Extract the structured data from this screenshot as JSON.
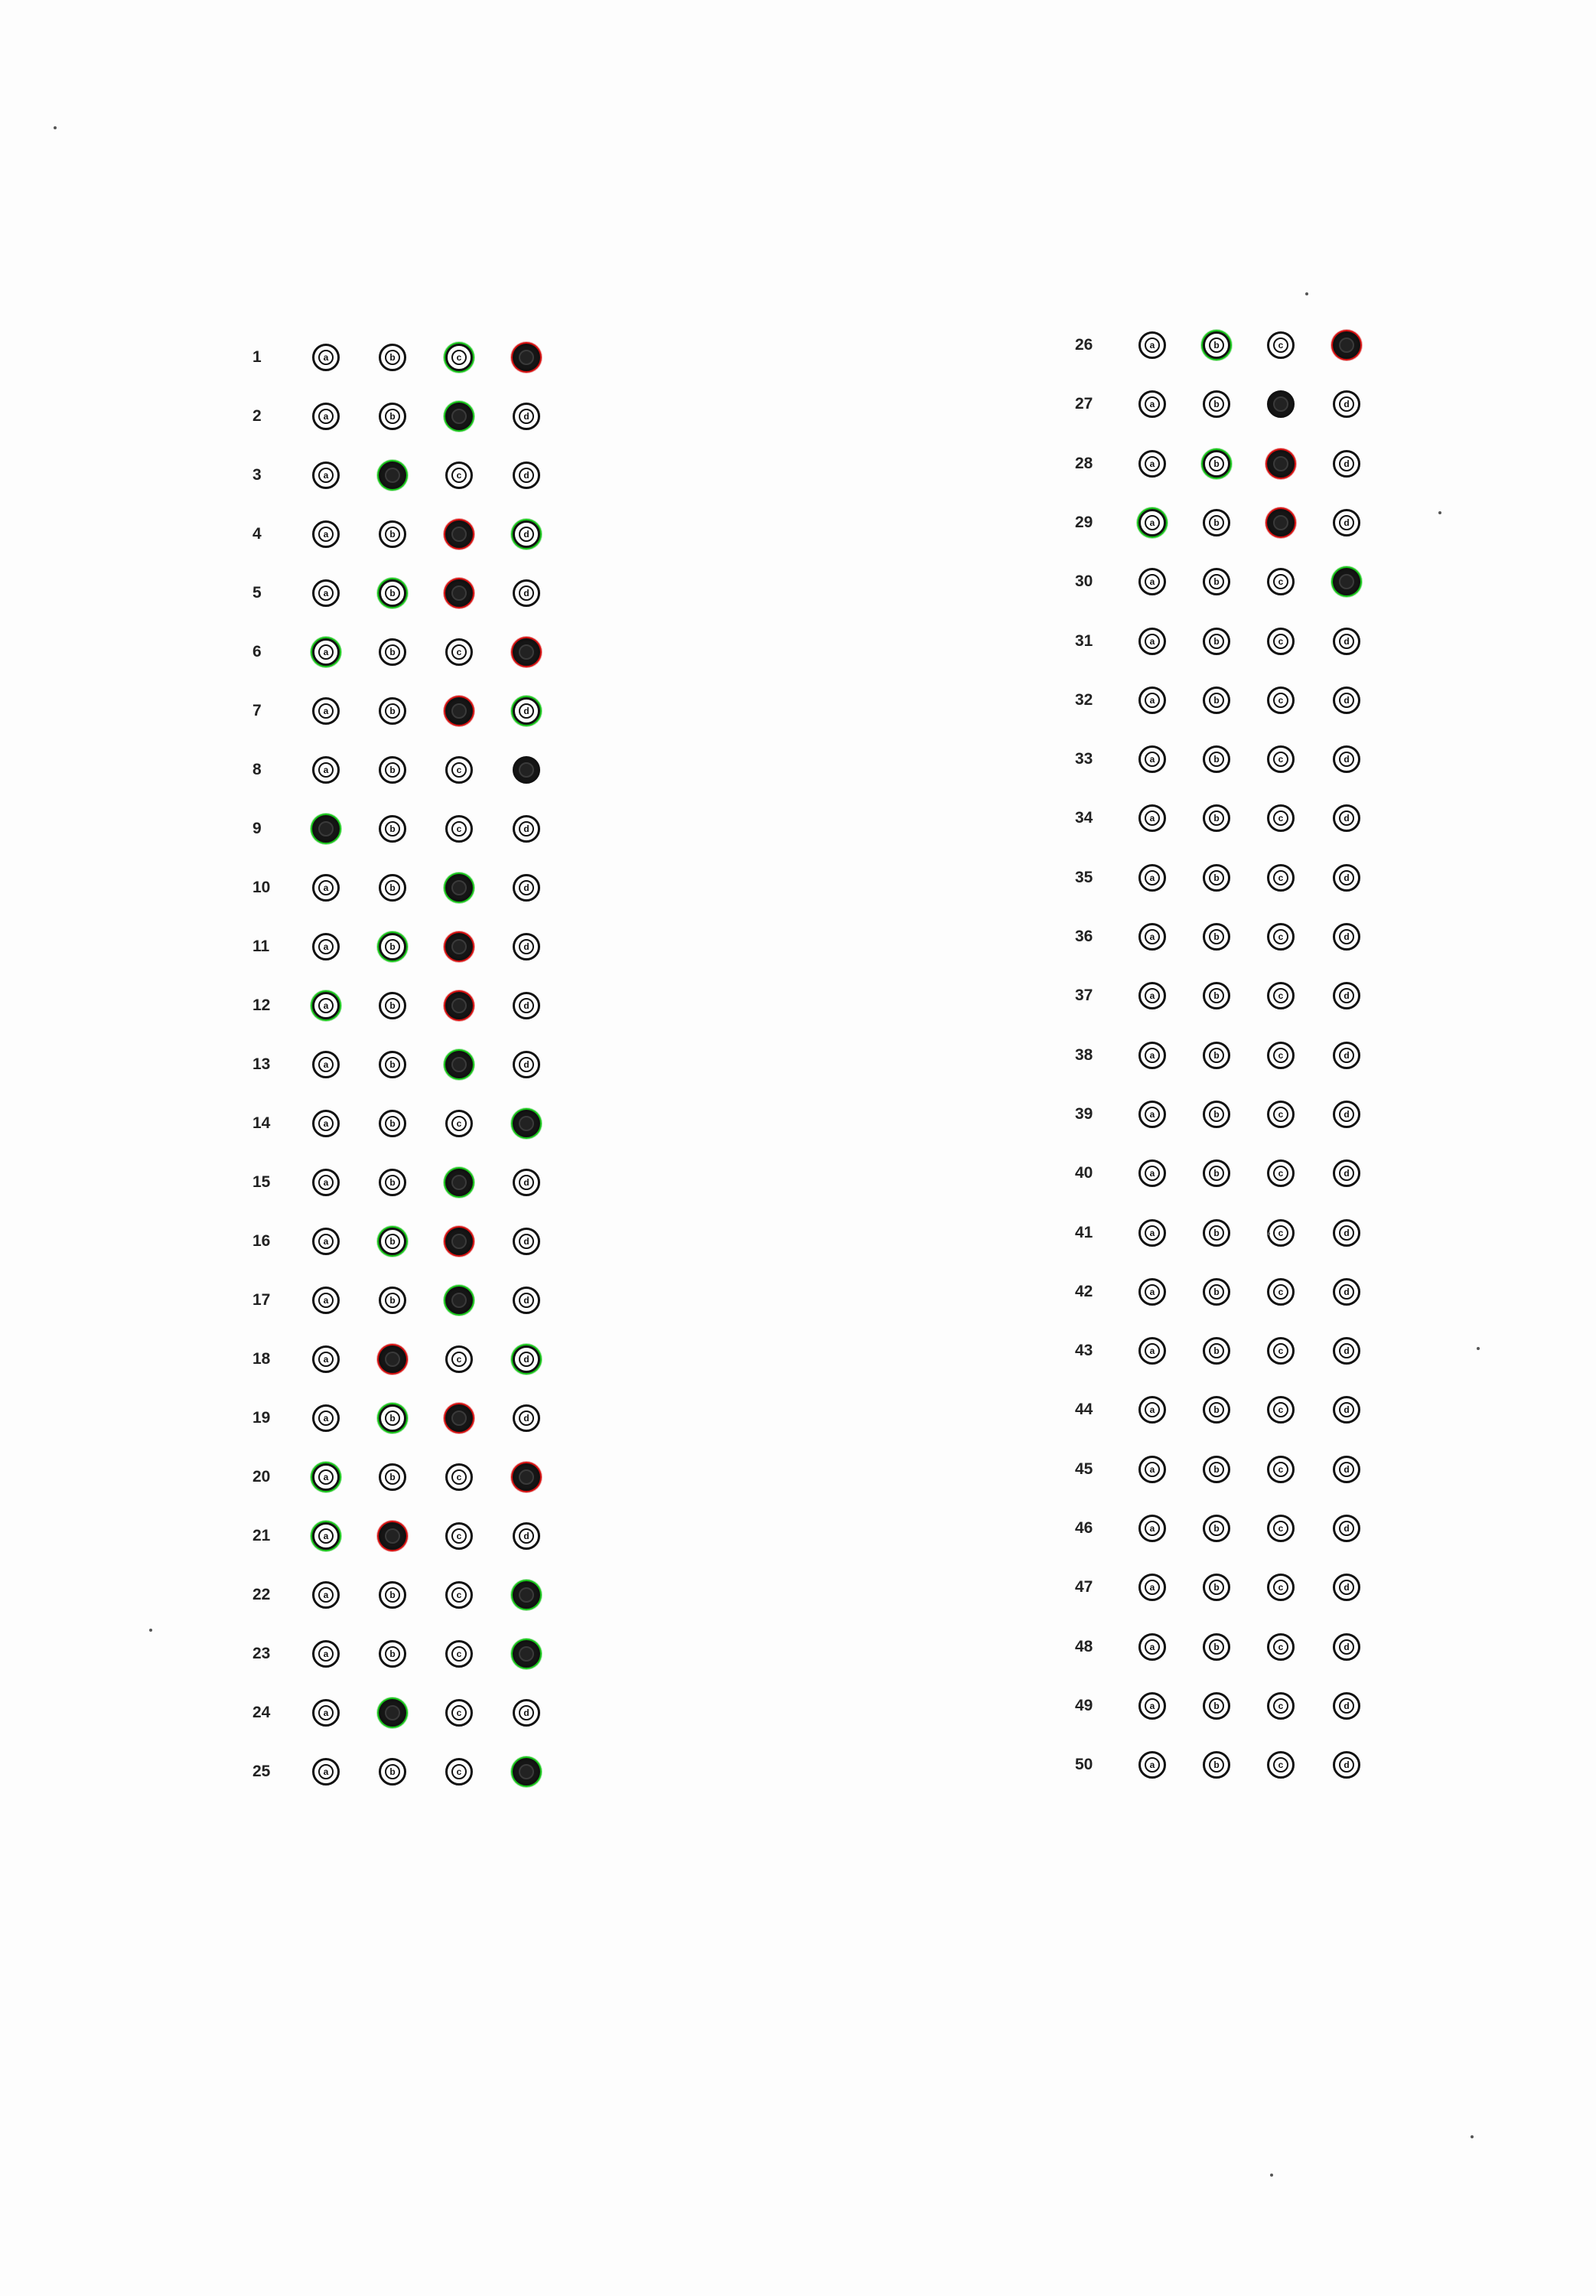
{
  "sheet": {
    "options": [
      "a",
      "b",
      "c",
      "d"
    ],
    "colors": {
      "correct_ring": "#18c41a",
      "wrong_ring": "#d41010",
      "fill": "#151515",
      "ink": "#111111"
    },
    "columns": [
      {
        "questions": [
          {
            "number": "1",
            "filled": "d",
            "green": "c",
            "red": "d"
          },
          {
            "number": "2",
            "filled": "c",
            "green": "c",
            "red": ""
          },
          {
            "number": "3",
            "filled": "b",
            "green": "b",
            "red": ""
          },
          {
            "number": "4",
            "filled": "c",
            "green": "d",
            "red": "c"
          },
          {
            "number": "5",
            "filled": "c",
            "green": "b",
            "red": "c"
          },
          {
            "number": "6",
            "filled": "d",
            "green": "a",
            "red": "d"
          },
          {
            "number": "7",
            "filled": "c",
            "green": "d",
            "red": "c"
          },
          {
            "number": "8",
            "filled": "d",
            "green": "",
            "red": ""
          },
          {
            "number": "9",
            "filled": "a",
            "green": "a",
            "red": ""
          },
          {
            "number": "10",
            "filled": "c",
            "green": "c",
            "red": ""
          },
          {
            "number": "11",
            "filled": "c",
            "green": "b",
            "red": "c"
          },
          {
            "number": "12",
            "filled": "c",
            "green": "a",
            "red": "c"
          },
          {
            "number": "13",
            "filled": "c",
            "green": "c",
            "red": ""
          },
          {
            "number": "14",
            "filled": "d",
            "green": "d",
            "red": ""
          },
          {
            "number": "15",
            "filled": "c",
            "green": "c",
            "red": ""
          },
          {
            "number": "16",
            "filled": "c",
            "green": "b",
            "red": "c"
          },
          {
            "number": "17",
            "filled": "c",
            "green": "c",
            "red": ""
          },
          {
            "number": "18",
            "filled": "b",
            "green": "d",
            "red": "b"
          },
          {
            "number": "19",
            "filled": "c",
            "green": "b",
            "red": "c"
          },
          {
            "number": "20",
            "filled": "d",
            "green": "a",
            "red": "d"
          },
          {
            "number": "21",
            "filled": "b",
            "green": "a",
            "red": "b"
          },
          {
            "number": "22",
            "filled": "d",
            "green": "d",
            "red": ""
          },
          {
            "number": "23",
            "filled": "d",
            "green": "d",
            "red": ""
          },
          {
            "number": "24",
            "filled": "b",
            "green": "b",
            "red": ""
          },
          {
            "number": "25",
            "filled": "d",
            "green": "d",
            "red": ""
          }
        ]
      },
      {
        "questions": [
          {
            "number": "26",
            "filled": "d",
            "green": "b",
            "red": "d"
          },
          {
            "number": "27",
            "filled": "c",
            "green": "",
            "red": ""
          },
          {
            "number": "28",
            "filled": "c",
            "green": "b",
            "red": "c"
          },
          {
            "number": "29",
            "filled": "c",
            "green": "a",
            "red": "c"
          },
          {
            "number": "30",
            "filled": "d",
            "green": "d",
            "red": ""
          },
          {
            "number": "31",
            "filled": "",
            "green": "",
            "red": ""
          },
          {
            "number": "32",
            "filled": "",
            "green": "",
            "red": ""
          },
          {
            "number": "33",
            "filled": "",
            "green": "",
            "red": ""
          },
          {
            "number": "34",
            "filled": "",
            "green": "",
            "red": ""
          },
          {
            "number": "35",
            "filled": "",
            "green": "",
            "red": ""
          },
          {
            "number": "36",
            "filled": "",
            "green": "",
            "red": ""
          },
          {
            "number": "37",
            "filled": "",
            "green": "",
            "red": ""
          },
          {
            "number": "38",
            "filled": "",
            "green": "",
            "red": ""
          },
          {
            "number": "39",
            "filled": "",
            "green": "",
            "red": ""
          },
          {
            "number": "40",
            "filled": "",
            "green": "",
            "red": ""
          },
          {
            "number": "41",
            "filled": "",
            "green": "",
            "red": ""
          },
          {
            "number": "42",
            "filled": "",
            "green": "",
            "red": ""
          },
          {
            "number": "43",
            "filled": "",
            "green": "",
            "red": ""
          },
          {
            "number": "44",
            "filled": "",
            "green": "",
            "red": ""
          },
          {
            "number": "45",
            "filled": "",
            "green": "",
            "red": ""
          },
          {
            "number": "46",
            "filled": "",
            "green": "",
            "red": ""
          },
          {
            "number": "47",
            "filled": "",
            "green": "",
            "red": ""
          },
          {
            "number": "48",
            "filled": "",
            "green": "",
            "red": ""
          },
          {
            "number": "49",
            "filled": "",
            "green": "",
            "red": ""
          },
          {
            "number": "50",
            "filled": "",
            "green": "",
            "red": ""
          }
        ]
      }
    ]
  }
}
